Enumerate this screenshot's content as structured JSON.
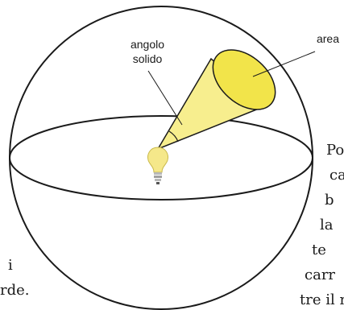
{
  "labels": {
    "solid_angle_line1": "angolo",
    "solid_angle_line2": "solido",
    "area": "area"
  },
  "background_text_fragments": {
    "right": [
      "Po",
      "ca",
      "b",
      "la",
      "te",
      "carr",
      "tre il ne"
    ],
    "left": [
      "i",
      "rde."
    ]
  },
  "colors": {
    "cone_fill": "#f7ee8e",
    "area_fill": "#f2e44a",
    "outline": "#1a1a1a",
    "bulb": "#f5e88a"
  },
  "icons": {
    "light_source": "light-bulb-icon"
  }
}
